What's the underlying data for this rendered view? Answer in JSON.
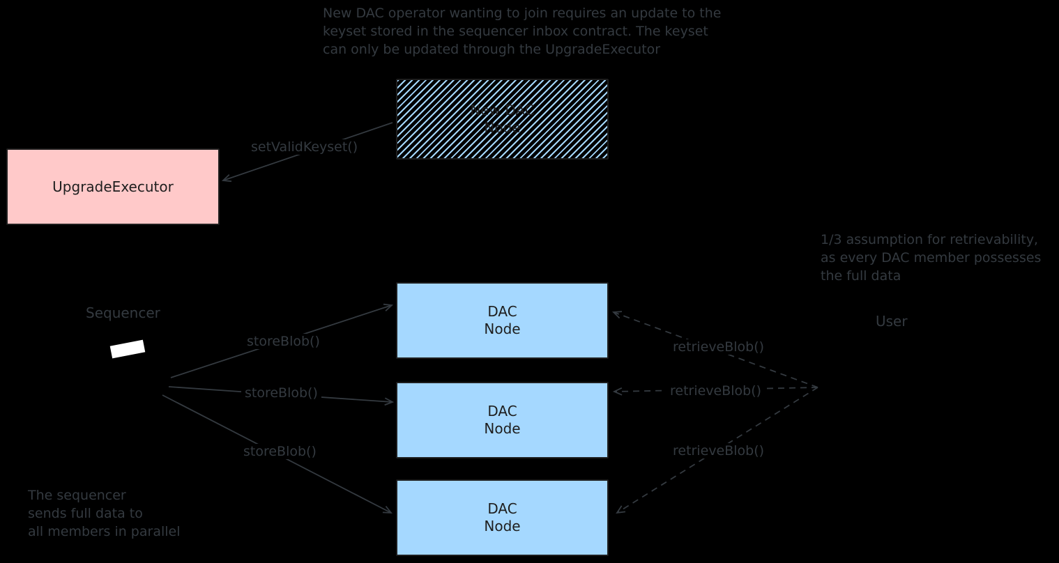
{
  "colors": {
    "background": "#000000",
    "annotation_stroke": "#343a40",
    "box_border": "#1e1e1e",
    "box_text": "#1e1e1e",
    "pink_fill": "#ffc9c9",
    "blue_fill": "#a5d8ff"
  },
  "notes": {
    "top": [
      "New DAC operator wanting to join requires an update to the",
      "keyset stored in the sequencer inbox contract. The keyset",
      "can only be updated through the UpgradeExecutor"
    ],
    "right": [
      "1/3 assumption for retrievability,",
      "as every DAC member possesses",
      "the full data"
    ],
    "bottom_left": [
      "The sequencer",
      "sends full data to",
      "all members in parallel"
    ]
  },
  "actors": {
    "sequencer": "Sequencer",
    "user": "User"
  },
  "nodes": {
    "new_dac_node": {
      "line1": "New DAC",
      "line2": "Node"
    },
    "upgrade_executor": {
      "label": "UpgradeExecutor"
    },
    "dac_nodes": [
      {
        "line1": "DAC",
        "line2": "Node"
      },
      {
        "line1": "DAC",
        "line2": "Node"
      },
      {
        "line1": "DAC",
        "line2": "Node"
      }
    ]
  },
  "edges": {
    "set_valid_keyset": {
      "label": "setValidKeyset()"
    },
    "store_blob": [
      {
        "label": "storeBlob()"
      },
      {
        "label": "storeBlob()"
      },
      {
        "label": "storeBlob()"
      }
    ],
    "retrieve_blob": [
      {
        "label": "retrieveBlob()"
      },
      {
        "label": "retrieveBlob()"
      },
      {
        "label": "retrieveBlob()"
      }
    ]
  }
}
